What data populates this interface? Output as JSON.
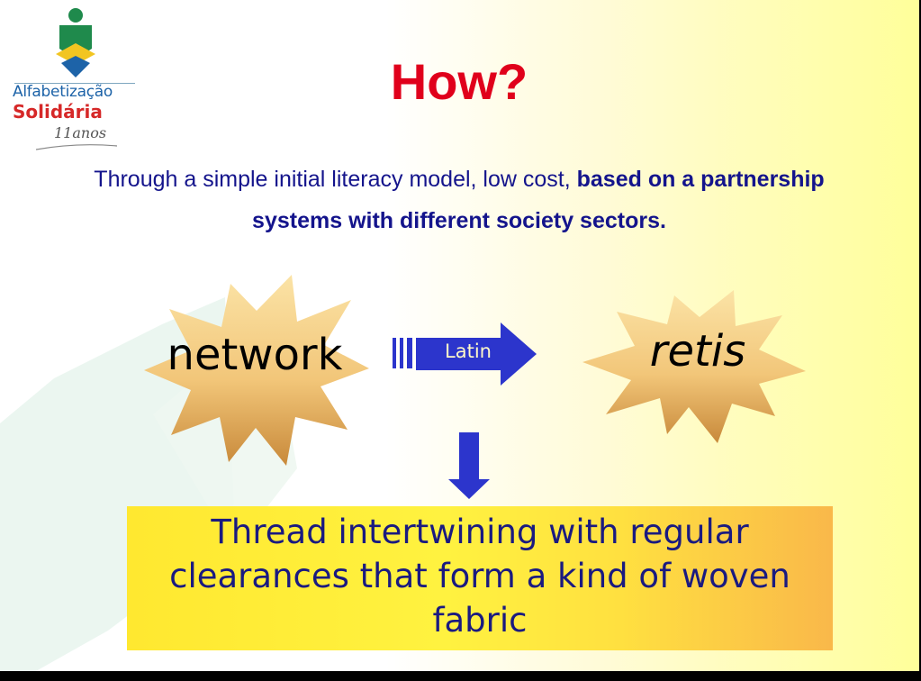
{
  "logo": {
    "line1": "Alfabetização",
    "line2": "Solidária",
    "line3": "11anos"
  },
  "title": "How?",
  "subtitle": {
    "normal": "Through a simple initial literacy model, low cost, ",
    "bold": "based on a partnership systems with different society sectors."
  },
  "word_source": "network",
  "arrow_label": "Latin",
  "word_target": "retis",
  "definition": "Thread intertwining with regular clearances that form a kind of woven fabric",
  "colors": {
    "title": "#e0001b",
    "subtitle": "#14148c",
    "arrow": "#2c35cc",
    "definition_text": "#1a1a80",
    "star_light": "#fbe3a6",
    "star_dark": "#c8893a"
  }
}
